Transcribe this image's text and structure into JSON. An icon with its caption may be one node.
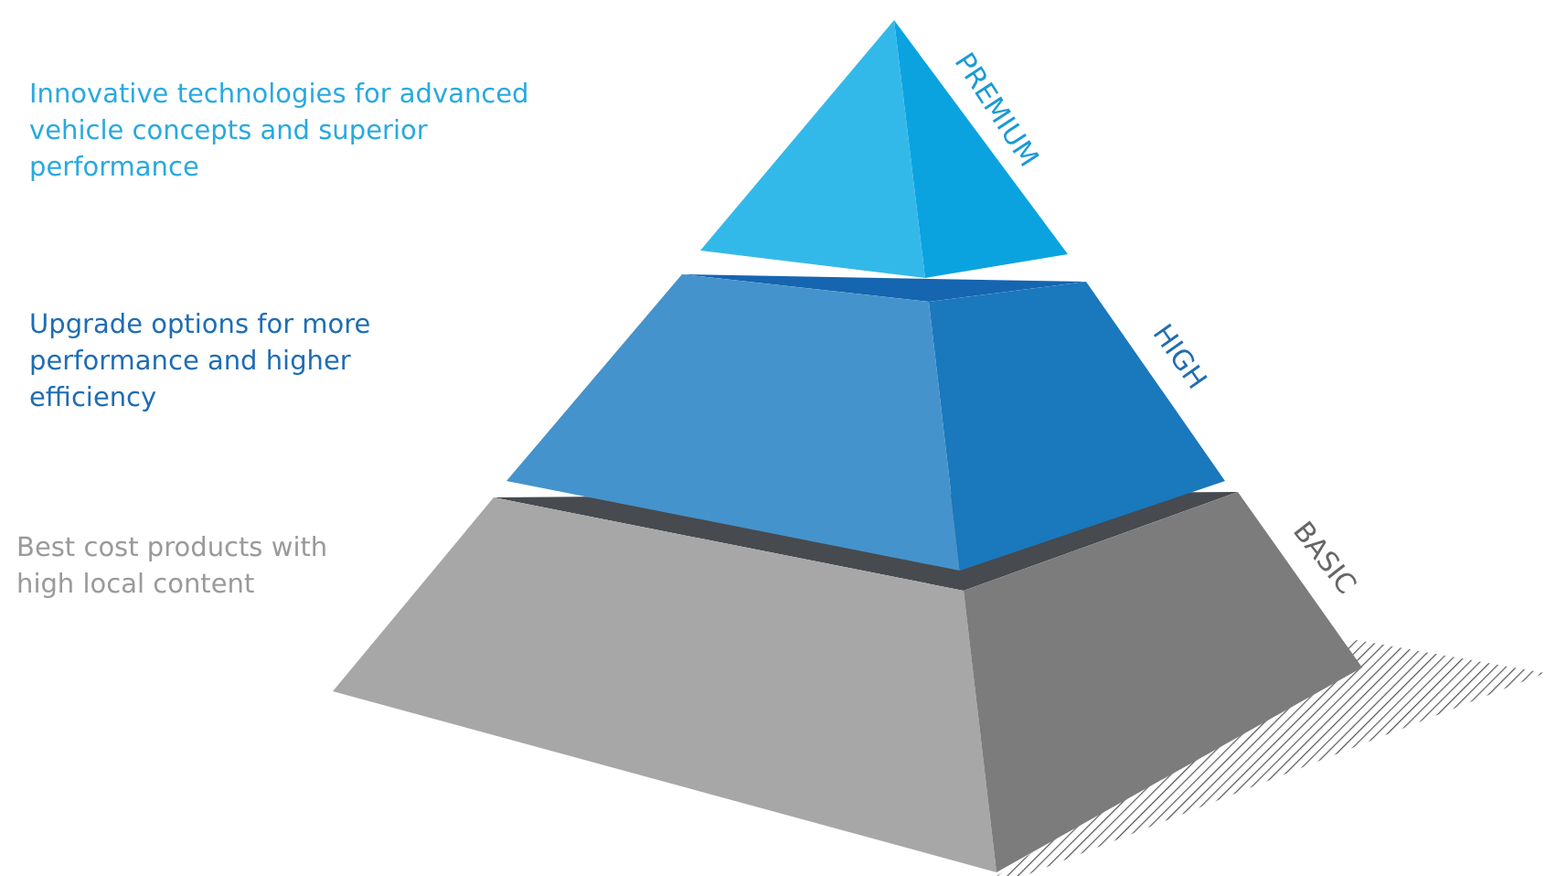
{
  "diagram": {
    "nodes": [
      {
        "text": [
          "PREMIUM"
        ]
      },
      {
        "text": [
          "HIGH"
        ]
      },
      {
        "text": [
          "BASIC"
        ]
      }
    ],
    "labels": [
      "Innovative technologies for advanced vehicle concepts and superior performance",
      "Upgrade options for more performance and higher efficiency",
      "Best cost products with high local content"
    ]
  }
}
